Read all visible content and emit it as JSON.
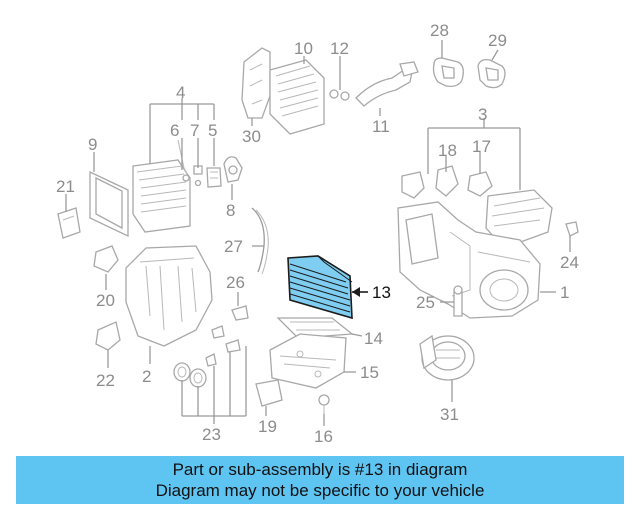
{
  "diagram": {
    "highlighted_part": "13",
    "callouts": [
      "1",
      "2",
      "3",
      "4",
      "5",
      "6",
      "7",
      "8",
      "9",
      "10",
      "11",
      "12",
      "13",
      "14",
      "15",
      "16",
      "17",
      "18",
      "19",
      "20",
      "21",
      "22",
      "23",
      "24",
      "25",
      "26",
      "27",
      "28",
      "29",
      "30",
      "31"
    ]
  },
  "banner": {
    "line1": "Part or sub-assembly is #13 in diagram",
    "line2": "Diagram may not be specific to your vehicle",
    "background_color": "#5ec4f2"
  },
  "colors": {
    "highlight_fill": "#7fcdf0",
    "line": "#a8a8a8"
  }
}
